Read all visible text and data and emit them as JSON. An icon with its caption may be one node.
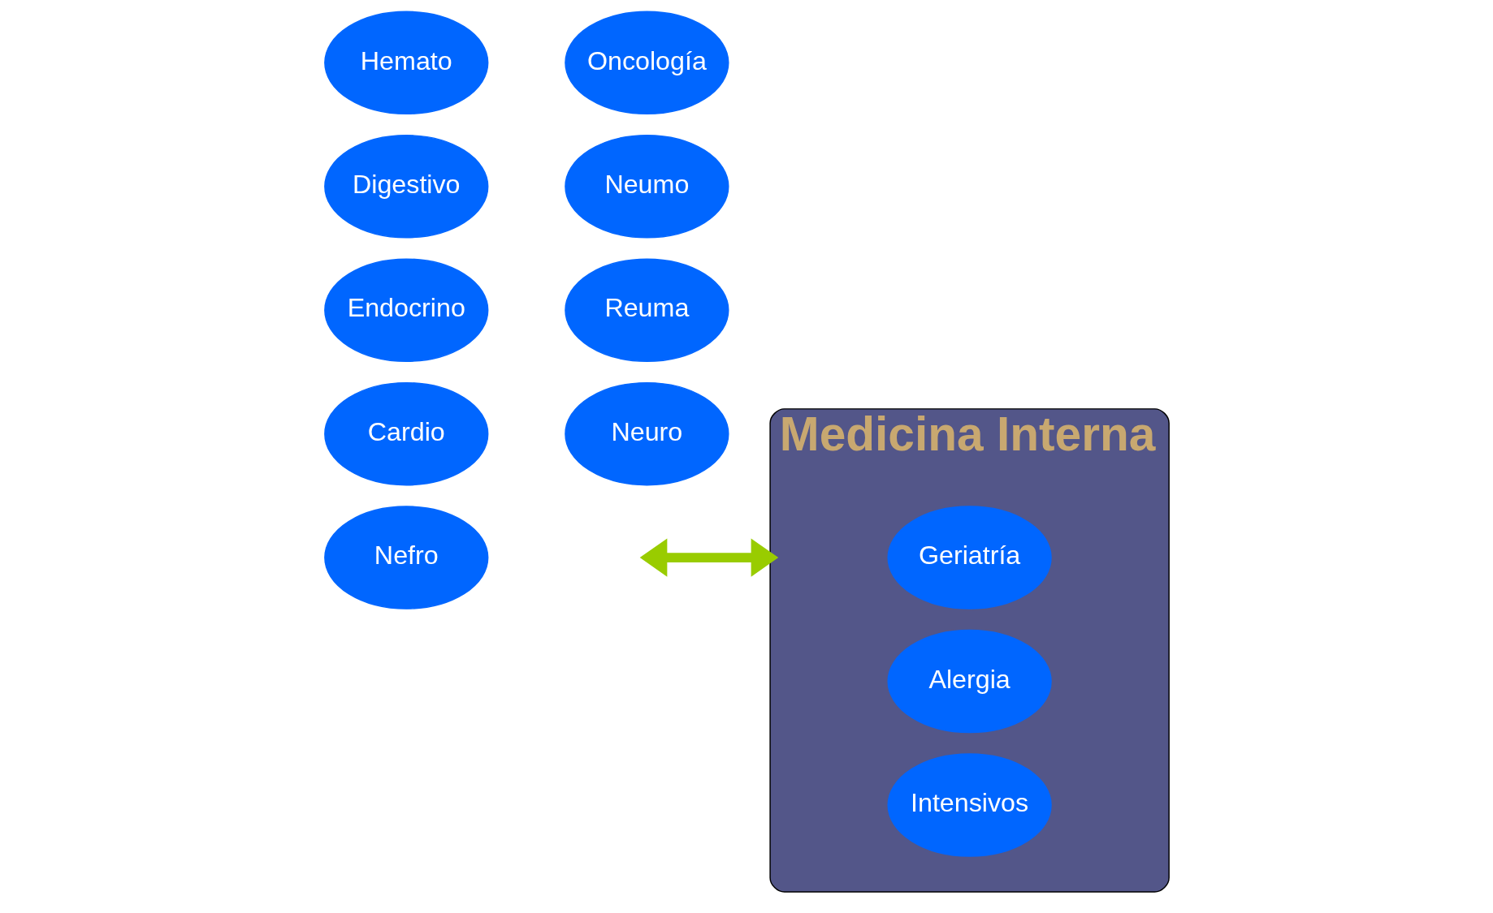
{
  "diagram": {
    "nodes": [
      {
        "text": [
          "Hemato"
        ]
      },
      {
        "text": [
          "Oncología"
        ]
      },
      {
        "text": [
          "Digestivo"
        ]
      },
      {
        "text": [
          "Neumo"
        ]
      },
      {
        "text": [
          "Endocrino"
        ]
      },
      {
        "text": [
          "Reuma"
        ]
      },
      {
        "text": [
          "Cardio"
        ]
      },
      {
        "text": [
          "Neuro"
        ]
      },
      {
        "text": [
          "Nefro"
        ]
      },
      {
        "text": [
          "Medicina Interna"
        ]
      },
      {
        "text": [
          "Geriatría"
        ],
        "in": 9
      },
      {
        "text": [
          "Alergia"
        ],
        "in": 9
      },
      {
        "text": [
          "Intensivos"
        ],
        "in": 9
      }
    ],
    "edges": [
      {
        "from": null,
        "to": 9,
        "arrow": "both",
        "color": "#99cc00"
      }
    ]
  }
}
